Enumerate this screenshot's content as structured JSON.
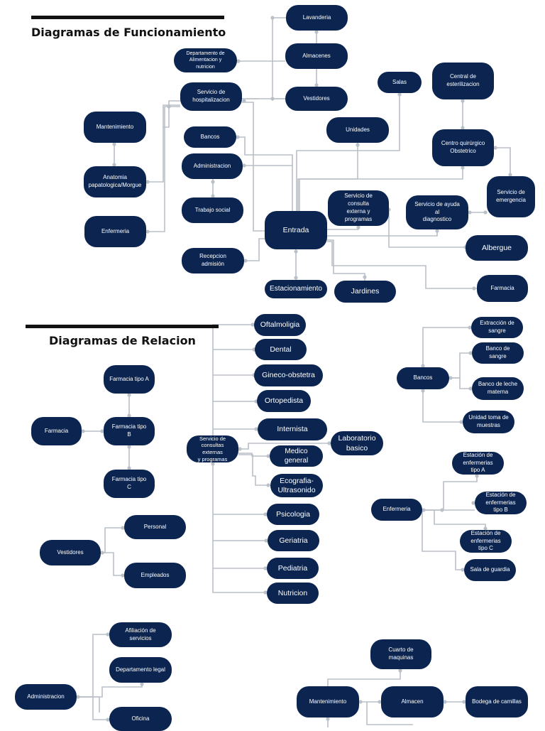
{
  "sections": {
    "funcionamiento_title": "Diagramas de Funcionamiento",
    "relacion_title": "Diagramas de Relacion"
  },
  "nodes": {
    "lavanderia": "Lavanderia",
    "almacenes": "Almacenes",
    "vestidores_top": "Vestidores",
    "depto_alimentacion": "Departamento de\nAlimentacion y nutricion",
    "hospitalizacion": "Servicio de\nhospitalizacion",
    "salas": "Salas",
    "central_esterilizacion": "Central de\nesterilizacion",
    "mantenimiento_top": "Mantenimiento",
    "bancos_top": "Bancos",
    "unidades": "Unidades",
    "centro_quirurgico": "Centro quirúrgico\nObstetrico",
    "administracion_top": "Administracion",
    "anatomia": "Anatomia\npapatologica/Morgue",
    "servicio_emergencia": "Servicio de\nemergencia",
    "consulta_externa_top": "Servicio de consulta\nexterna y programas",
    "ayuda_diagnostico": "Servicio de ayuda al\ndiagnostico",
    "trabajo_social": "Trabajo social",
    "enfermeria_top": "Enfermeria",
    "entrada": "Entrada",
    "albergue": "Albergue",
    "recepcion": "Recepcion admisión",
    "estacionamiento": "Estacionamiento",
    "jardines": "Jardines",
    "farmacia_top": "Farmacia",
    "oftalmologia": "Oftalmoligia",
    "dental": "Dental",
    "gineco": "Gineco-obstetra",
    "ortopedista": "Ortopedista",
    "internista": "Internista",
    "laboratorio": "Laboratorio\nbasico",
    "consultas_externas": "Servicio de\nconsultas externas\ny programas",
    "medico_general": "Medico general",
    "ecografia": "Ecografia-\nUltrasonido",
    "psicologia": "Psicologia",
    "geriatria": "Geriatria",
    "pediatria": "Pediatria",
    "nutricion": "Nutricion",
    "farmacia_a": "Farmacia tipo A",
    "farmacia": "Farmacia",
    "farmacia_b": "Farmacia  tipo B",
    "farmacia_c": "Farmacia tipo C",
    "personal": "Personal",
    "vestidores": "Vestidores",
    "empleados": "Empleados",
    "extraccion": "Extracción de\nsangre",
    "banco_sangre": "Banco de sangre",
    "bancos": "Bancos",
    "banco_leche": "Banco de leche\nmaterna",
    "unidad_toma": "Unidad toma de\nmuestras",
    "estacion_a": "Estación de\nenfermerias tipo A",
    "enfermeria": "Enfermeria",
    "estacion_b": "Estación de\nenfermerias tipo B",
    "estacion_c": "Estación de\nenfermerias tipo C",
    "sala_guardia": "Sala de guardia",
    "afiliacion": "Afiliación de servicios",
    "depto_legal": "Departamento legal",
    "administracion": "Administracion",
    "oficina": "Oficina",
    "cuarto_maquinas": "Cuarto de maquinas",
    "mantenimiento": "Mantenimiento",
    "almacen": "Almacen",
    "bodega_camillas": "Bodega de camillas"
  },
  "colors": {
    "node_fill": "#0b2550",
    "node_text": "#ffffff",
    "connector": "#b9c0c7",
    "title_bar": "#111111"
  }
}
